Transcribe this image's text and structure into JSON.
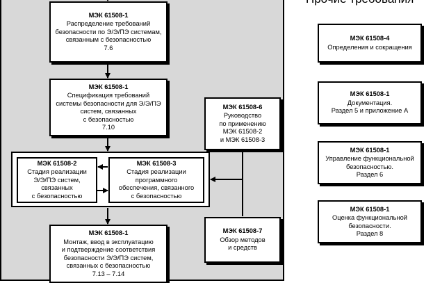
{
  "right_title": "Прочие требования",
  "boxes": {
    "b1": {
      "code": "МЭК 61508-1",
      "body": "Распределение требований\nбезопасности по Э/Э/ПЭ системам,\nсвязанным с безопасностью\n7.6"
    },
    "b2": {
      "code": "МЭК 61508-1",
      "body": "Спецификация требований\nсистемы безопасности для Э/Э/ПЭ\nсистем, связанных\nс безопасностью\n7.10"
    },
    "b3": {
      "code": "МЭК 61508-2",
      "body": "Стадия реализации\nЭ/Э/ПЭ систем,\nсвязанных\nс безопасностью"
    },
    "b4": {
      "code": "МЭК 61508-3",
      "body": "Стадия реализации\nпрограммного\nобеспечения, связанного\nс безопасностью"
    },
    "b5": {
      "code": "МЭК 61508-1",
      "body": "Монтаж, ввод в эксплуатацию\nи подтверждение соответствия\nбезопасности Э/Э/ПЭ систем,\nсвязанных с безопасностью\n7.13 – 7.14"
    },
    "b6": {
      "code": "МЭК 61508-6",
      "body": "Руководство\nпо применению\nМЭК 61508-2\nи МЭК 61508-3"
    },
    "b7": {
      "code": "МЭК 61508-7",
      "body": "Обзор методов\nи средств"
    },
    "r1": {
      "code": "МЭК 61508-4",
      "body": "Определения и сокращения"
    },
    "r2": {
      "code": "МЭК 61508-1",
      "body": "Документация.\nРаздел 5 и приложение А"
    },
    "r3": {
      "code": "МЭК 61508-1",
      "body": "Управление функциональной\nбезопасностью.\nРаздел 6"
    },
    "r4": {
      "code": "МЭК 61508-1",
      "body": "Оценка функциональной\nбезопасности.\nРаздел 8"
    }
  }
}
